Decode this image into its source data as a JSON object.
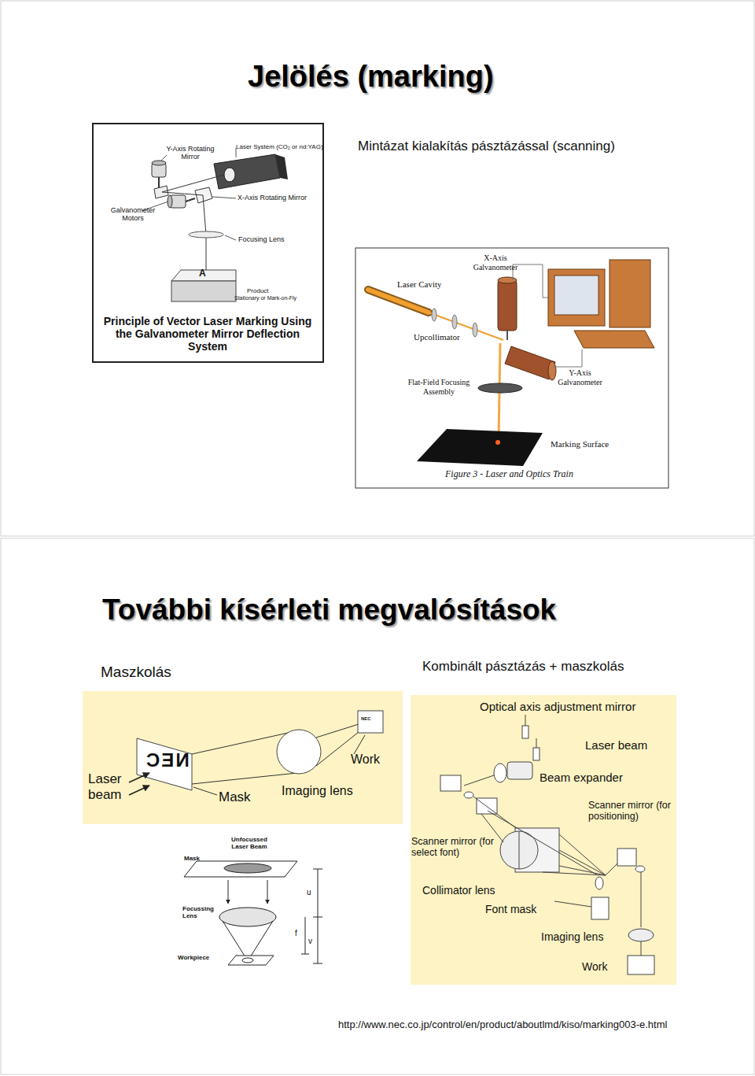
{
  "diagram": {
    "title": "Jelölés (marking)",
    "labels": [
      "Mintázat kialakítás pásztázással (scanning)",
      "Y-Axis Rotating Mirror",
      "Laser System (CO₂ or nd:YAG)",
      "Galvanometer Motors",
      "X-Axis Rotating Mirror",
      "Focusing Lens",
      "Product",
      "Stationary or Mark-on-Fly",
      "Principle of Vector Laser Marking Using the Galvanometer Mirror Deflection System",
      "X-Axis Galvanometer",
      "Laser Cavity",
      "Upcollimator",
      "Y-Axis Galvanometer",
      "Flat-Field Focusing Assembly",
      "Marking Surface",
      "Figure 3 - Laser and Optics Train",
      "További kísérleti megvalósítások",
      "Maszkolás",
      "Kombinált pásztázás + maszkolás",
      "Laser beam",
      "NEC",
      "Mask",
      "Imaging lens",
      "Work",
      "NEC",
      "Unfocussed Laser Beam",
      "Mask",
      "Focussing Lens",
      "Workpiece",
      "u",
      "f",
      "v",
      "Optical axis adjustment mirror",
      "Laser beam",
      "Beam expander",
      "Scanner mirror (for positioning)",
      "Scanner mirror (for select font)",
      "Collimator lens",
      "Font mask",
      "Imaging lens",
      "Work",
      "http://www.nec.co.jp/control/en/product/aboutlmd/kiso/marking003-e.html",
      "A"
    ]
  }
}
